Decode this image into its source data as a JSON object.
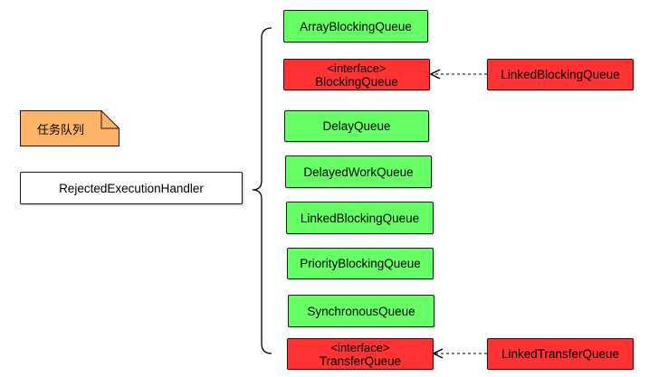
{
  "note": {
    "label": "任务队列"
  },
  "handler": {
    "label": "RejectedExecutionHandler"
  },
  "queues": [
    {
      "label": "ArrayBlockingQueue"
    },
    {
      "stereotype": "<interface>",
      "label": "BlockingQueue"
    },
    {
      "label": "DelayQueue"
    },
    {
      "label": "DelayedWorkQueue"
    },
    {
      "label": "LinkedBlockingQueue"
    },
    {
      "label": "PriorityBlockingQueue"
    },
    {
      "label": "SynchronousQueue"
    },
    {
      "stereotype": "<interface>",
      "label": "TransferQueue"
    }
  ],
  "implementations": [
    {
      "label": "LinkedBlockingQueue"
    },
    {
      "label": "LinkedTransferQueue"
    }
  ],
  "colors": {
    "green": "#66ff66",
    "red": "#ff3333",
    "note": "#ffb366"
  }
}
